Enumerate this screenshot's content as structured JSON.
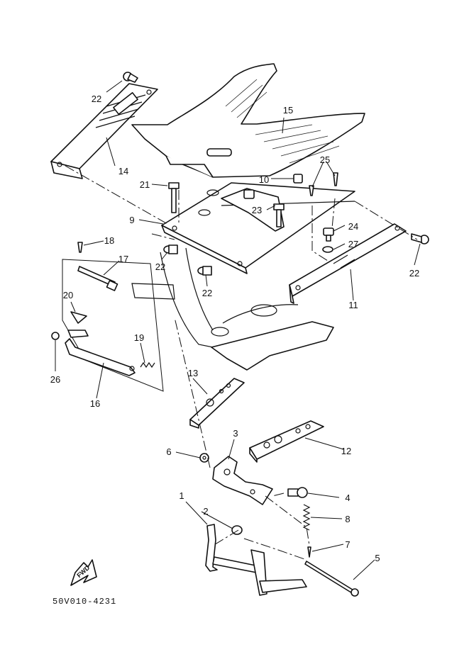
{
  "diagram_code": "50V010-4231",
  "fwd_label": "FWD",
  "callouts": {
    "c1": "1",
    "c2": "2",
    "c3": "3",
    "c4": "4",
    "c5": "5",
    "c6": "6",
    "c7": "7",
    "c8": "8",
    "c9": "9",
    "c10": "10",
    "c11": "11",
    "c12": "12",
    "c13": "13",
    "c14": "14",
    "c15": "15",
    "c16": "16",
    "c17": "17",
    "c18": "18",
    "c19": "19",
    "c20": "20",
    "c21": "21",
    "c22a": "22",
    "c22b": "22",
    "c22c": "22",
    "c22d": "22",
    "c23": "23",
    "c24": "24",
    "c25": "25",
    "c26": "26",
    "c27": "27"
  }
}
